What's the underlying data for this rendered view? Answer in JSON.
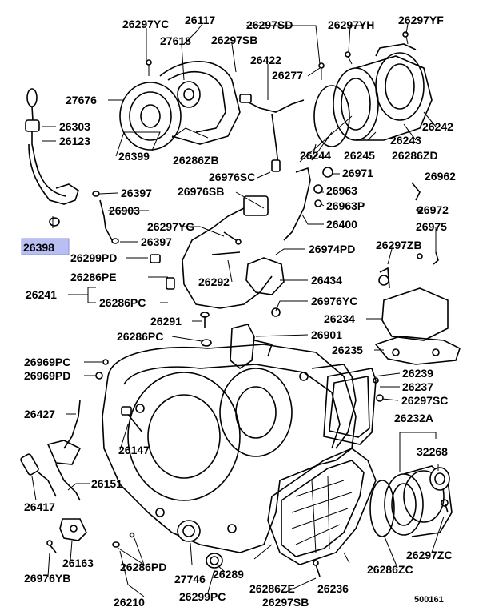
{
  "diagram": {
    "highlighted_part": "26398",
    "figure_code": "500161",
    "labels": {
      "p26297YC": "26297YC",
      "p26117": "26117",
      "p26297SD": "26297SD",
      "p26297YH": "26297YH",
      "p26297YF": "26297YF",
      "p27618": "27618",
      "p26297SB_top": "26297SB",
      "p26422": "26422",
      "p26277": "26277",
      "p27676": "27676",
      "p26303": "26303",
      "p26123": "26123",
      "p26399": "26399",
      "p26286ZB": "26286ZB",
      "p26242": "26242",
      "p26243": "26243",
      "p26286ZD": "26286ZD",
      "p26244": "26244",
      "p26245": "26245",
      "p26976SC": "26976SC",
      "p26971": "26971",
      "p26962": "26962",
      "p26397_a": "26397",
      "p26976SB": "26976SB",
      "p26963": "26963",
      "p26903": "26903",
      "p26963P": "26963P",
      "p26972": "26972",
      "p26297YG": "26297YG",
      "p26400": "26400",
      "p26975": "26975",
      "p26398": "26398",
      "p26397_b": "26397",
      "p26974PD": "26974PD",
      "p26297ZB": "26297ZB",
      "p26299PD": "26299PD",
      "p26286PE": "26286PE",
      "p26292": "26292",
      "p26434": "26434",
      "p26241": "26241",
      "p26286PC_a": "26286PC",
      "p26976YC": "26976YC",
      "p26291": "26291",
      "p26234": "26234",
      "p26286PC_b": "26286PC",
      "p26901": "26901",
      "p26235": "26235",
      "p26969PC": "26969PC",
      "p26969PD": "26969PD",
      "p26239": "26239",
      "p26237": "26237",
      "p26297SC": "26297SC",
      "p26427": "26427",
      "p26232A": "26232A",
      "p32268": "32268",
      "p26147": "26147",
      "p26151": "26151",
      "p26417": "26417",
      "p26163": "26163",
      "p26297ZC": "26297ZC",
      "p26976YB": "26976YB",
      "p26286PD": "26286PD",
      "p26289": "26289",
      "p26286ZE": "26286ZE",
      "p26236": "26236",
      "p26286ZC": "26286ZC",
      "p27746": "27746",
      "p26299PC": "26299PC",
      "p26210": "26210",
      "p26297SB_bot": "26297SB"
    }
  }
}
